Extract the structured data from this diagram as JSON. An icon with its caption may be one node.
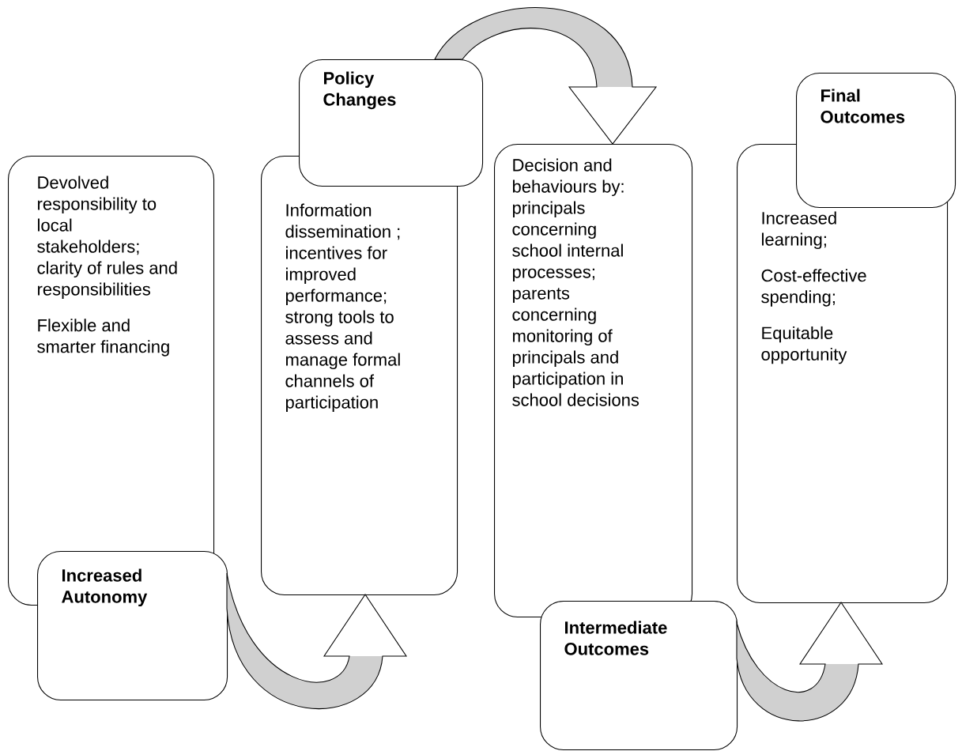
{
  "diagram": {
    "nodes": [
      {
        "text": [
          "Devolved responsibility to local stakeholders; clarity of rules and responsibilities",
          "Flexible and smarter financing"
        ]
      },
      {
        "text": [
          "Increased Autonomy"
        ]
      },
      {
        "text": [
          "Information dissemination ; incentives for improved performance; strong tools to assess and manage formal channels of participation"
        ]
      },
      {
        "text": [
          "Policy Changes"
        ]
      },
      {
        "text": [
          "Decision and behaviours by: principals concerning school internal processes; parents concerning monitoring of principals and participation in school decisions"
        ]
      },
      {
        "text": [
          "Intermediate Outcomes"
        ]
      },
      {
        "text": [
          "Increased learning;",
          "Cost-effective spending;",
          "Equitable opportunity"
        ]
      },
      {
        "text": [
          "Final Outcomes"
        ]
      }
    ],
    "edges": [
      {
        "from": 1,
        "to": 2,
        "arrow": "to"
      },
      {
        "from": 3,
        "to": 4,
        "arrow": "to"
      },
      {
        "from": 5,
        "to": 6,
        "arrow": "to"
      }
    ]
  }
}
